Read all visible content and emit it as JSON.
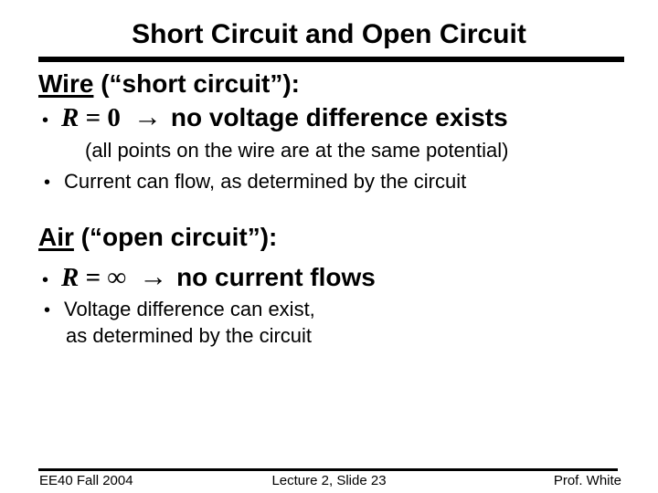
{
  "slide_title": "Short Circuit and Open Circuit",
  "bullet_glyph": "•",
  "wire_section": {
    "term": "Wire",
    "term_suffix": " (“short circuit”):",
    "bullet1": {
      "var": "R",
      "eq_rest": " = 0",
      "arrow": "→",
      "text": "no voltage difference exists"
    },
    "note": "(all points on the wire are at the same potential)",
    "bullet2": "Current can flow, as determined by the circuit"
  },
  "air_section": {
    "term": "Air",
    "term_suffix": " (“open circuit”):",
    "bullet1": {
      "var": "R",
      "eq_rest": " = ∞",
      "arrow": "→",
      "text": "no current flows"
    },
    "bullet2_line1": "Voltage difference can exist,",
    "bullet2_line2": "as determined by the circuit"
  },
  "footer": {
    "course": "EE40 Fall 2004",
    "slide_ref": "Lecture 2, Slide 23",
    "author": "Prof. White"
  },
  "colors": {
    "background": "#ffffff",
    "text": "#000000",
    "rule": "#000000"
  }
}
